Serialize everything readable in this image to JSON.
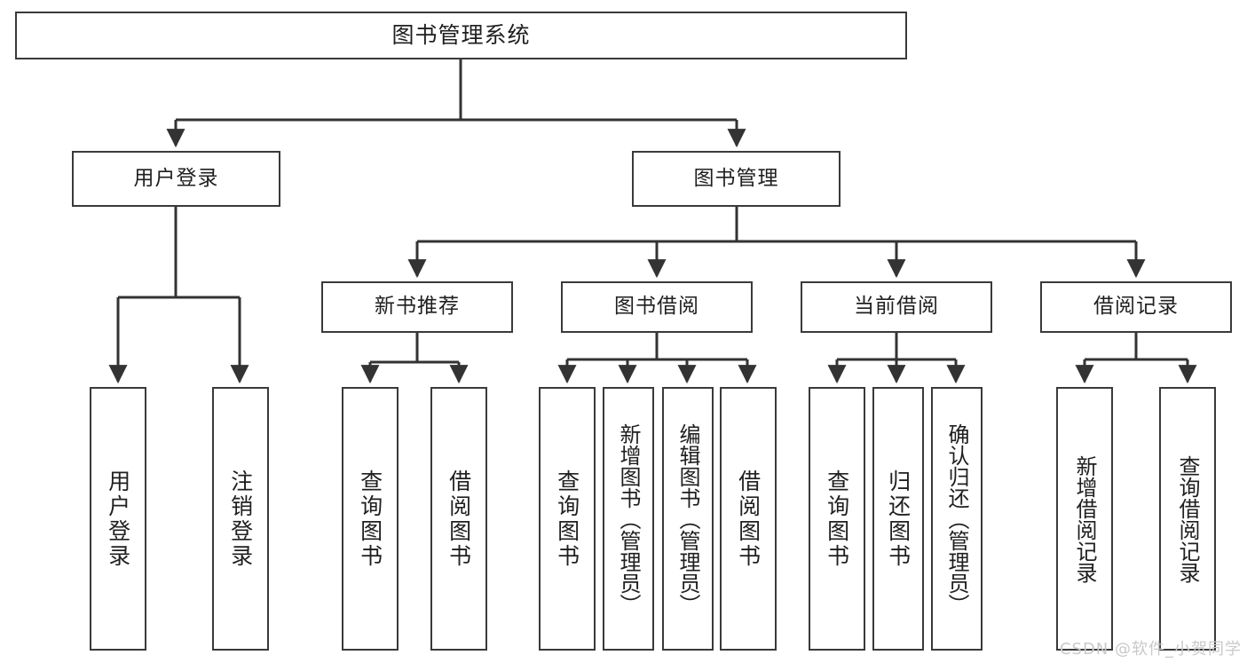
{
  "diagram": {
    "title": "图书管理系统",
    "watermark": "CSDN @软件_小贺同学",
    "colors": {
      "background": "#ffffff",
      "box_border": "#3a3a3a",
      "box_fill": "#ffffff",
      "edge": "#333333",
      "text": "#1f1f1f",
      "watermark": "#c9c9c9"
    },
    "root": {
      "label": "图书管理系统"
    },
    "level2": [
      {
        "label": "用户登录"
      },
      {
        "label": "图书管理"
      }
    ],
    "level3": [
      {
        "label": "新书推荐"
      },
      {
        "label": "图书借阅"
      },
      {
        "label": "当前借阅"
      },
      {
        "label": "借阅记录"
      }
    ],
    "leaves": {
      "user_login": [
        {
          "label": "用户登录"
        },
        {
          "label": "注销登录"
        }
      ],
      "new_book_recommend": [
        {
          "label": "查询图书"
        },
        {
          "label": "借阅图书"
        }
      ],
      "book_borrow": [
        {
          "label": "查询图书"
        },
        {
          "label": "新增图书（管理员）"
        },
        {
          "label": "编辑图书（管理员）"
        },
        {
          "label": "借阅图书"
        }
      ],
      "current_borrow": [
        {
          "label": "查询图书"
        },
        {
          "label": "归还图书"
        },
        {
          "label": "确认归还（管理员）"
        }
      ],
      "borrow_records": [
        {
          "label": "新增借阅记录"
        },
        {
          "label": "查询借阅记录"
        }
      ]
    }
  }
}
